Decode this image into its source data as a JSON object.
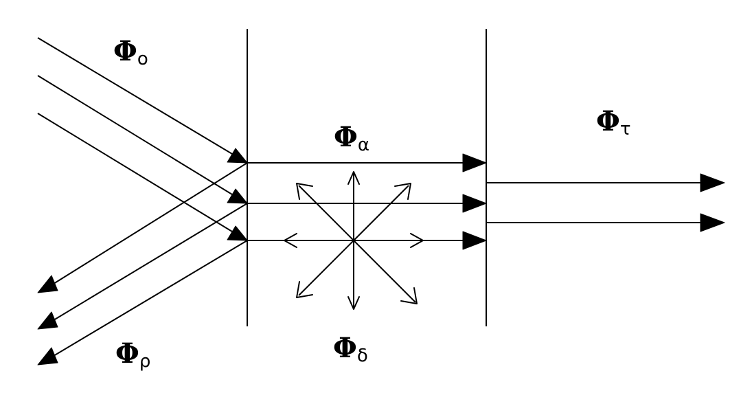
{
  "labels": {
    "incident": {
      "symbol": "Φ",
      "subscript": "o"
    },
    "absorbed": {
      "symbol": "Φ",
      "subscript": "α"
    },
    "transmitted": {
      "symbol": "Φ",
      "subscript": "τ"
    },
    "reflected": {
      "symbol": "Φ",
      "subscript": "ρ"
    },
    "scattered": {
      "symbol": "Φ",
      "subscript": "δ"
    }
  },
  "colors": {
    "ink": "#000000",
    "background": "#ffffff"
  }
}
